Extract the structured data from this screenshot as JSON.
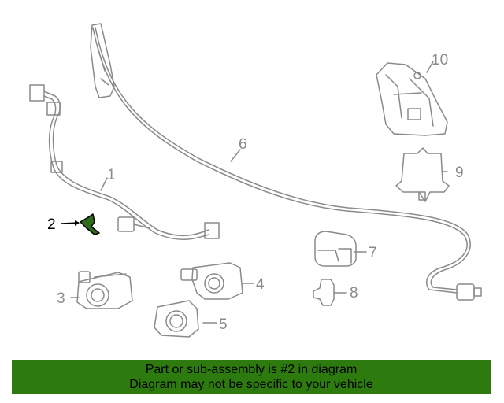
{
  "diagram": {
    "callouts": [
      {
        "id": "1",
        "label": "1"
      },
      {
        "id": "2",
        "label": "2"
      },
      {
        "id": "3",
        "label": "3"
      },
      {
        "id": "4",
        "label": "4"
      },
      {
        "id": "5",
        "label": "5"
      },
      {
        "id": "6",
        "label": "6"
      },
      {
        "id": "7",
        "label": "7"
      },
      {
        "id": "8",
        "label": "8"
      },
      {
        "id": "9",
        "label": "9"
      },
      {
        "id": "10",
        "label": "10"
      }
    ],
    "highlighted_part": "2"
  },
  "banner": {
    "line1": "Part or sub-assembly is #2 in diagram",
    "line2": "Diagram may not be specific to your vehicle",
    "background_color": "#2d7a0f"
  },
  "colors": {
    "part_stroke": "#8a8a8a",
    "highlight_fill": "#2e6b1a"
  }
}
